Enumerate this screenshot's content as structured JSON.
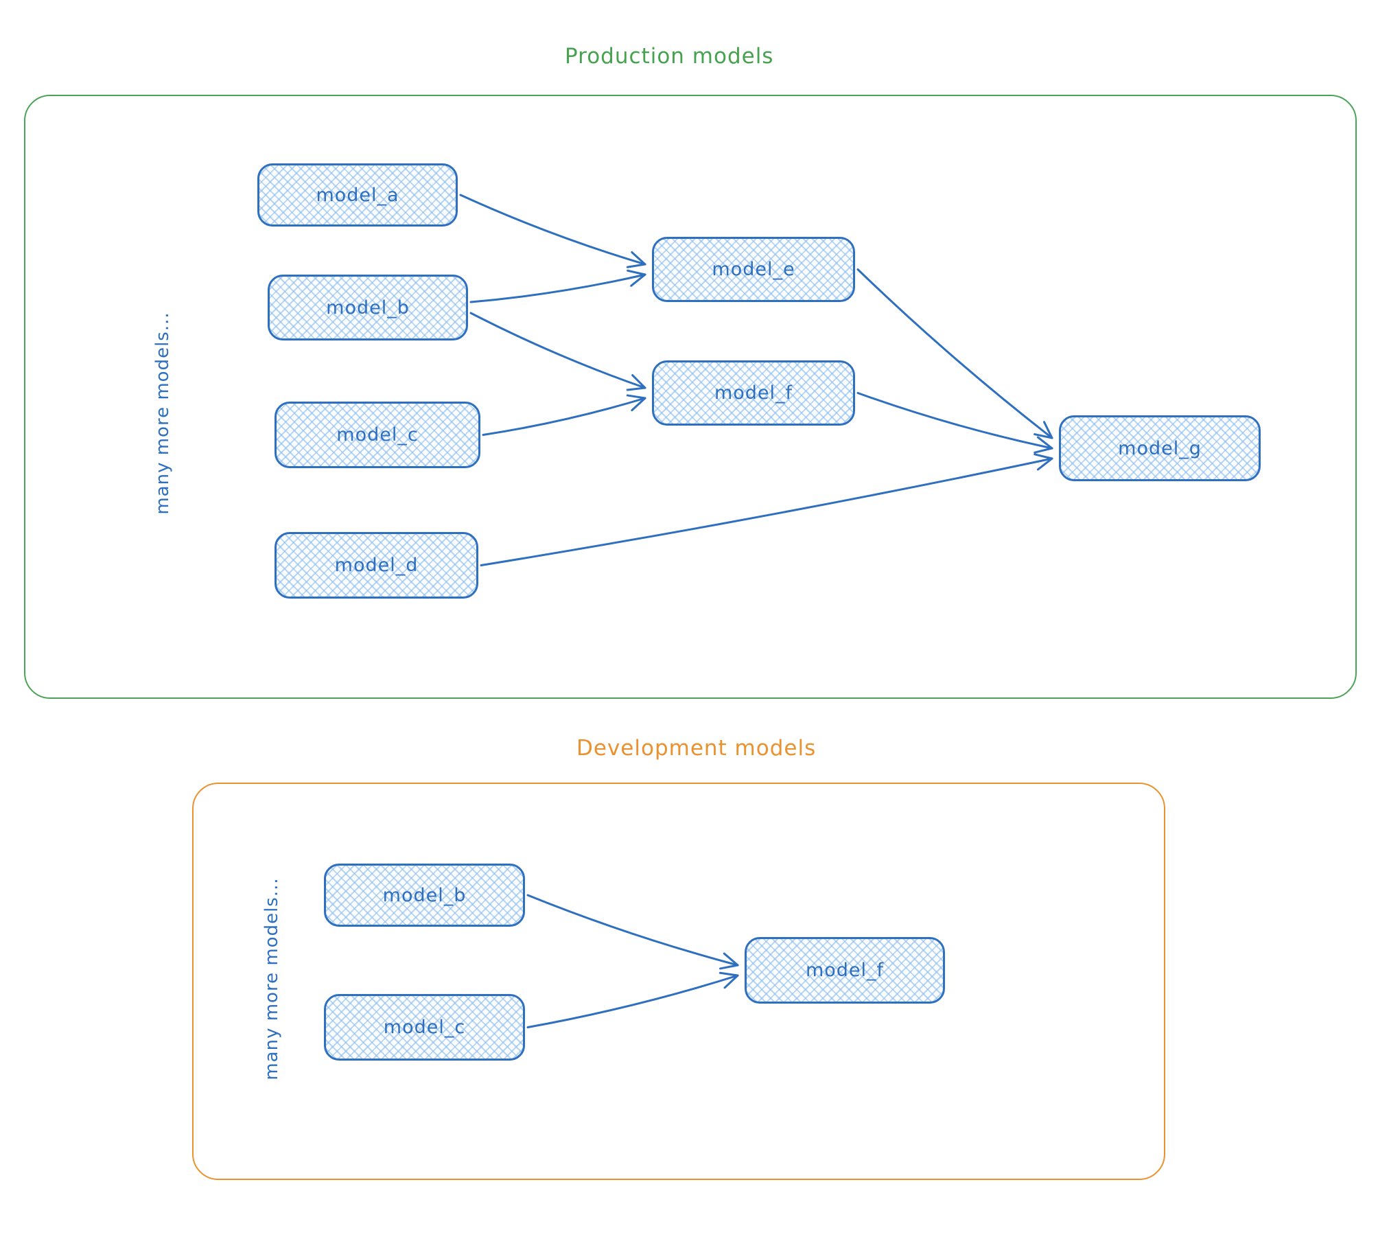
{
  "sections": [
    {
      "id": "production",
      "title": "Production models",
      "accent_color": "#46a24f",
      "side_label": "many more models...",
      "nodes": [
        {
          "id": "model_a",
          "label": "model_a"
        },
        {
          "id": "model_b",
          "label": "model_b"
        },
        {
          "id": "model_c",
          "label": "model_c"
        },
        {
          "id": "model_d",
          "label": "model_d"
        },
        {
          "id": "model_e",
          "label": "model_e"
        },
        {
          "id": "model_f",
          "label": "model_f"
        },
        {
          "id": "model_g",
          "label": "model_g"
        }
      ],
      "edges": [
        {
          "from": "model_a",
          "to": "model_e"
        },
        {
          "from": "model_b",
          "to": "model_e"
        },
        {
          "from": "model_b",
          "to": "model_f"
        },
        {
          "from": "model_c",
          "to": "model_f"
        },
        {
          "from": "model_e",
          "to": "model_g"
        },
        {
          "from": "model_f",
          "to": "model_g"
        },
        {
          "from": "model_d",
          "to": "model_g"
        }
      ]
    },
    {
      "id": "development",
      "title": "Development models",
      "accent_color": "#e9922f",
      "side_label": "many more models...",
      "nodes": [
        {
          "id": "model_b",
          "label": "model_b"
        },
        {
          "id": "model_c",
          "label": "model_c"
        },
        {
          "id": "model_f",
          "label": "model_f"
        }
      ],
      "edges": [
        {
          "from": "model_b",
          "to": "model_f"
        },
        {
          "from": "model_c",
          "to": "model_f"
        }
      ]
    }
  ],
  "colors": {
    "node_stroke": "#2e6fbf",
    "node_text": "#2e6fbf",
    "node_hatch_fill": "#89bbf0",
    "production_accent": "#46a24f",
    "development_accent": "#e9922f"
  }
}
